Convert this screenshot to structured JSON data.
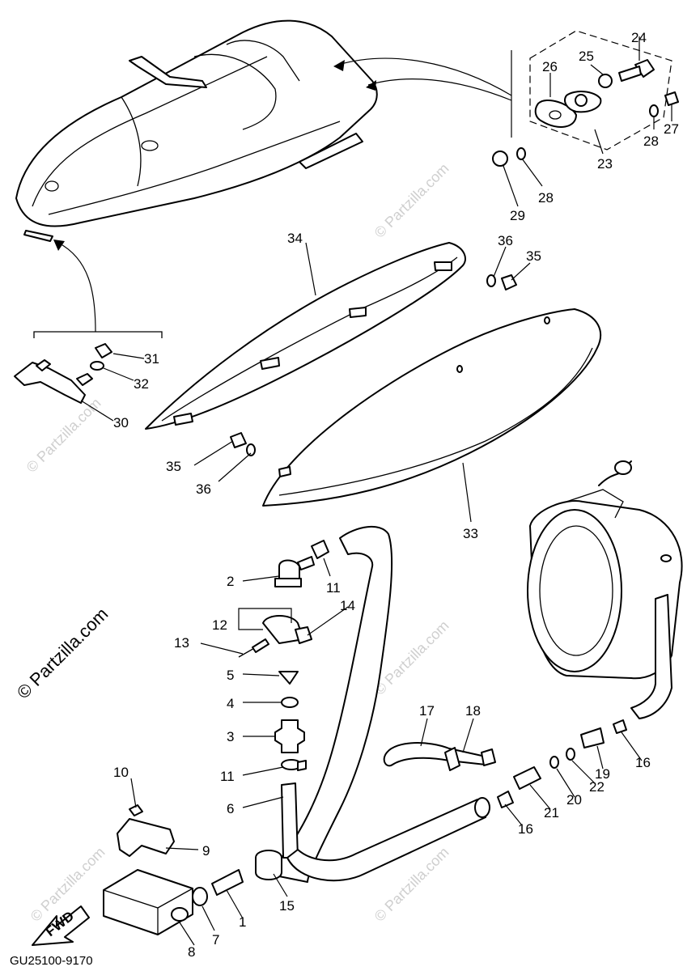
{
  "diagram": {
    "drawing_code": "GU25100-9170",
    "copyright_text": "© Partzilla.com",
    "watermark_text": "© Partzilla.com",
    "fwd_label": "FWD",
    "callouts": {
      "n1": "1",
      "n2": "2",
      "n3": "3",
      "n4": "4",
      "n5": "5",
      "n6": "6",
      "n7": "7",
      "n8": "8",
      "n9": "9",
      "n10": "10",
      "n11a": "11",
      "n11b": "11",
      "n12": "12",
      "n13": "13",
      "n14": "14",
      "n15": "15",
      "n16a": "16",
      "n16b": "16",
      "n17": "17",
      "n18": "18",
      "n19": "19",
      "n20": "20",
      "n21": "21",
      "n22": "22",
      "n23": "23",
      "n24": "24",
      "n25": "25",
      "n26": "26",
      "n27": "27",
      "n28a": "28",
      "n28b": "28",
      "n29": "29",
      "n30": "30",
      "n31": "31",
      "n32": "32",
      "n33": "33",
      "n34": "34",
      "n35a": "35",
      "n35b": "35",
      "n36a": "36",
      "n36b": "36"
    }
  }
}
